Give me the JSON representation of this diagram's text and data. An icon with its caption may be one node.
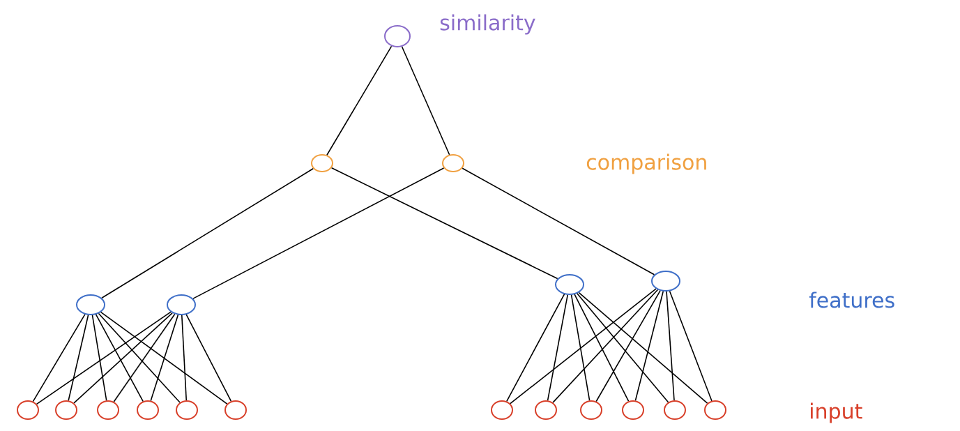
{
  "diagram": {
    "nodes": [
      {
        "text": [],
        "shape": "circle"
      },
      {
        "text": [],
        "shape": "circle"
      },
      {
        "text": [],
        "shape": "circle"
      },
      {
        "text": [],
        "shape": "circle"
      },
      {
        "text": [],
        "shape": "circle"
      },
      {
        "text": [],
        "shape": "circle"
      },
      {
        "text": [],
        "shape": "circle"
      },
      {
        "text": [],
        "shape": "circle"
      },
      {
        "text": [],
        "shape": "circle"
      },
      {
        "text": [],
        "shape": "circle"
      },
      {
        "text": [],
        "shape": "circle"
      },
      {
        "text": [],
        "shape": "circle"
      },
      {
        "text": [],
        "shape": "circle"
      },
      {
        "text": [],
        "shape": "circle"
      },
      {
        "text": [],
        "shape": "circle"
      },
      {
        "text": [],
        "shape": "circle"
      },
      {
        "text": [],
        "shape": "circle"
      },
      {
        "text": [],
        "shape": "circle"
      },
      {
        "text": [],
        "shape": "circle"
      }
    ],
    "edges": [
      {
        "from": 0,
        "to": 1,
        "arrow": "none"
      },
      {
        "from": 0,
        "to": 2,
        "arrow": "none"
      },
      {
        "from": 1,
        "to": 3,
        "arrow": "none"
      },
      {
        "from": 1,
        "to": 5,
        "arrow": "none"
      },
      {
        "from": 2,
        "to": 4,
        "arrow": "none"
      },
      {
        "from": 2,
        "to": 6,
        "arrow": "none"
      },
      {
        "from": 3,
        "to": 7,
        "arrow": "none"
      },
      {
        "from": 3,
        "to": 8,
        "arrow": "none"
      },
      {
        "from": 3,
        "to": 9,
        "arrow": "none"
      },
      {
        "from": 3,
        "to": 10,
        "arrow": "none"
      },
      {
        "from": 3,
        "to": 11,
        "arrow": "none"
      },
      {
        "from": 3,
        "to": 12,
        "arrow": "none"
      },
      {
        "from": 4,
        "to": 7,
        "arrow": "none"
      },
      {
        "from": 4,
        "to": 8,
        "arrow": "none"
      },
      {
        "from": 4,
        "to": 9,
        "arrow": "none"
      },
      {
        "from": 4,
        "to": 10,
        "arrow": "none"
      },
      {
        "from": 4,
        "to": 11,
        "arrow": "none"
      },
      {
        "from": 4,
        "to": 12,
        "arrow": "none"
      },
      {
        "from": 5,
        "to": 13,
        "arrow": "none"
      },
      {
        "from": 5,
        "to": 14,
        "arrow": "none"
      },
      {
        "from": 5,
        "to": 15,
        "arrow": "none"
      },
      {
        "from": 5,
        "to": 16,
        "arrow": "none"
      },
      {
        "from": 5,
        "to": 17,
        "arrow": "none"
      },
      {
        "from": 5,
        "to": 18,
        "arrow": "none"
      },
      {
        "from": 6,
        "to": 13,
        "arrow": "none"
      },
      {
        "from": 6,
        "to": 14,
        "arrow": "none"
      },
      {
        "from": 6,
        "to": 15,
        "arrow": "none"
      },
      {
        "from": 6,
        "to": 16,
        "arrow": "none"
      },
      {
        "from": 6,
        "to": 17,
        "arrow": "none"
      },
      {
        "from": 6,
        "to": 18,
        "arrow": "none"
      }
    ],
    "labels": [
      "similarity",
      "comparison",
      "features",
      "input"
    ]
  }
}
